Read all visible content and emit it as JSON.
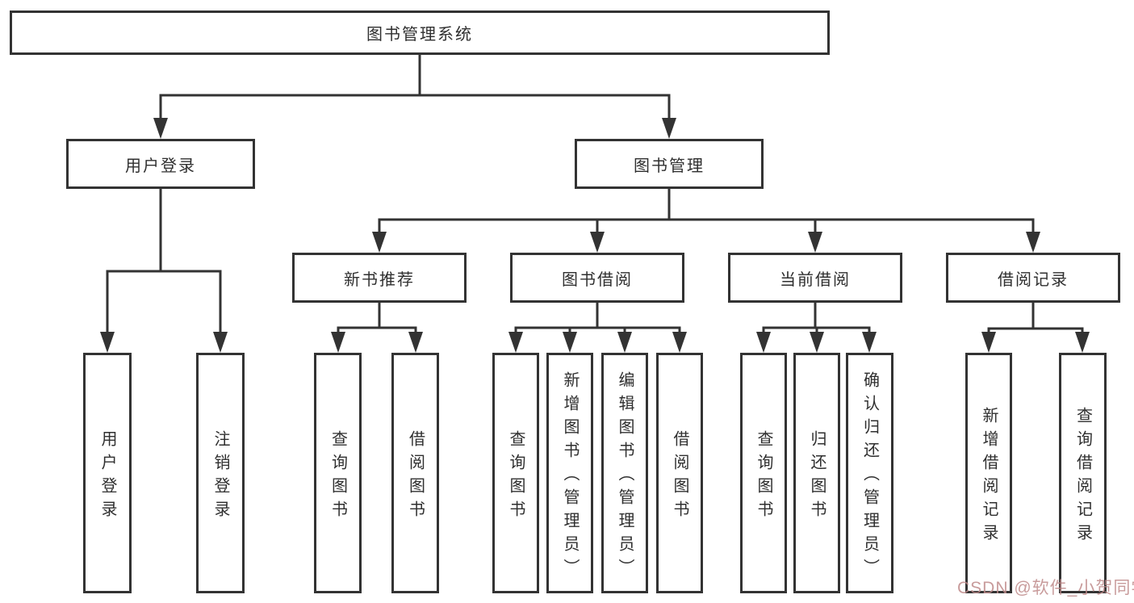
{
  "diagram": {
    "title": "图书管理系统",
    "colors": {
      "line": "#333333",
      "box_border": "#333333",
      "text": "#2f2f2f",
      "background": "#ffffff",
      "watermark": "#be8a8a"
    },
    "nodes": {
      "root": "图书管理系统",
      "level2": [
        "用户登录",
        "图书管理"
      ],
      "level3": [
        "新书推荐",
        "图书借阅",
        "当前借阅",
        "借阅记录"
      ],
      "leaves": {
        "login": [
          "用户登录",
          "注销登录"
        ],
        "newbook": [
          "查询图书",
          "借阅图书"
        ],
        "borrow": [
          "查询图书",
          "新增图书（管理员）",
          "编辑图书（管理员）",
          "借阅图书"
        ],
        "current": [
          "查询图书",
          "归还图书",
          "确认归还（管理员）"
        ],
        "record": [
          "新增借阅记录",
          "查询借阅记录"
        ]
      }
    },
    "watermark": "CSDN @软件_小贺同学"
  }
}
